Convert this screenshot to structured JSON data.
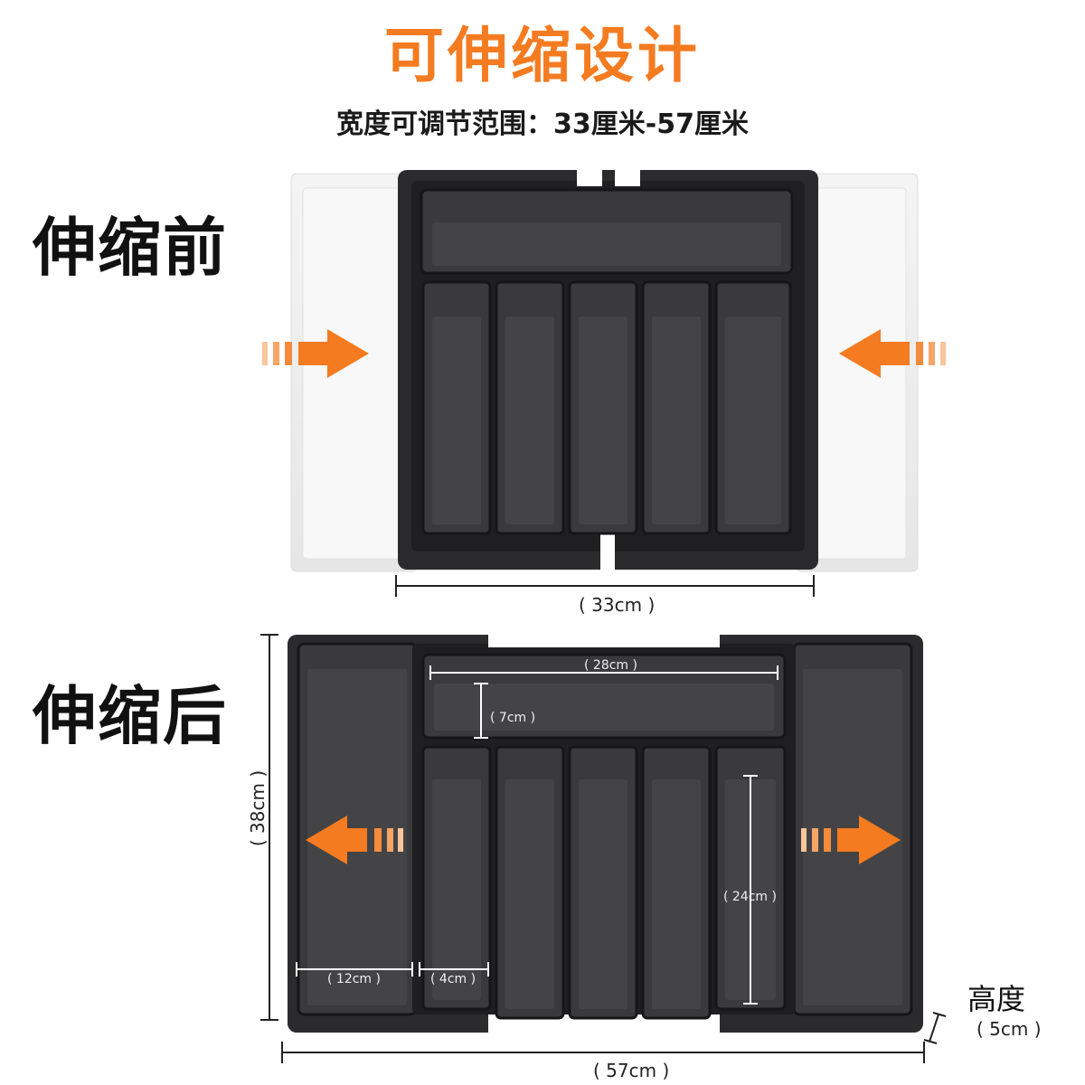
{
  "header": {
    "title": "可伸缩设计",
    "subtitle": "宽度可调节范围：33厘米-57厘米"
  },
  "before": {
    "label": "伸缩前",
    "width_label": "( 33cm )"
  },
  "after": {
    "label": "伸缩后",
    "width_label": "( 57cm )",
    "depth_label": "( 38cm )",
    "top_compartment_width": "( 28cm )",
    "top_compartment_height": "( 7cm )",
    "slot_length": "( 24cm )",
    "side_compartment_width": "( 12cm )",
    "slot_width": "( 4cm )",
    "height_title": "高度",
    "height_value": "( 5cm )"
  },
  "colors": {
    "accent": "#F47B20",
    "tray": "#2B2B2D",
    "tray_inner": "#3A3A3C",
    "ghost": "#ECECEC"
  },
  "icons": {
    "compress_arrows": "arrow-right-icon / arrow-left-icon",
    "expand_arrows": "arrow-left-icon / arrow-right-icon"
  }
}
